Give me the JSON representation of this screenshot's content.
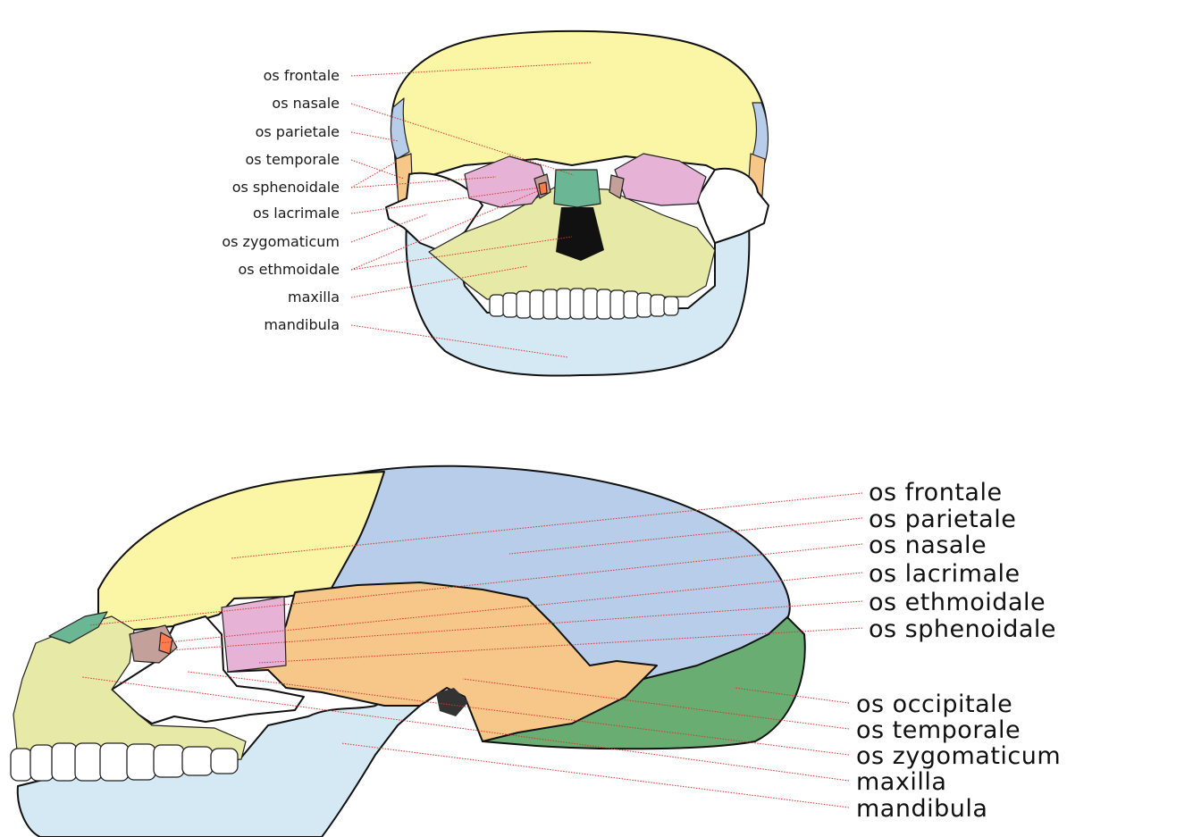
{
  "colors": {
    "frontale": "#fbf5a6",
    "parietale": "#b7cde9",
    "nasale": "#6bb795",
    "lacrimale": "#c4a09a",
    "ethmoidale": "#ff7a4c",
    "sphenoidale": "#e6b3d6",
    "occipitale": "#6aad72",
    "temporale": "#f7c689",
    "zygomaticum": "#ffffff",
    "maxilla": "#e7e9a6",
    "mandibula": "#d5e9f5",
    "shading": "#c9c9c3",
    "leader": "#d9332b"
  },
  "front_view": {
    "labels": [
      "os frontale",
      "os nasale",
      "os parietale",
      "os temporale",
      "os sphenoidale",
      "os lacrimale",
      "os zygomaticum",
      "os ethmoidale",
      "maxilla",
      "mandibula"
    ]
  },
  "lateral_view": {
    "labels": [
      "os frontale",
      "os parietale",
      "os nasale",
      "os lacrimale",
      "os ethmoidale",
      "os sphenoidale",
      "os occipitale",
      "os temporale",
      "os zygomaticum",
      "maxilla",
      "mandibula"
    ]
  }
}
